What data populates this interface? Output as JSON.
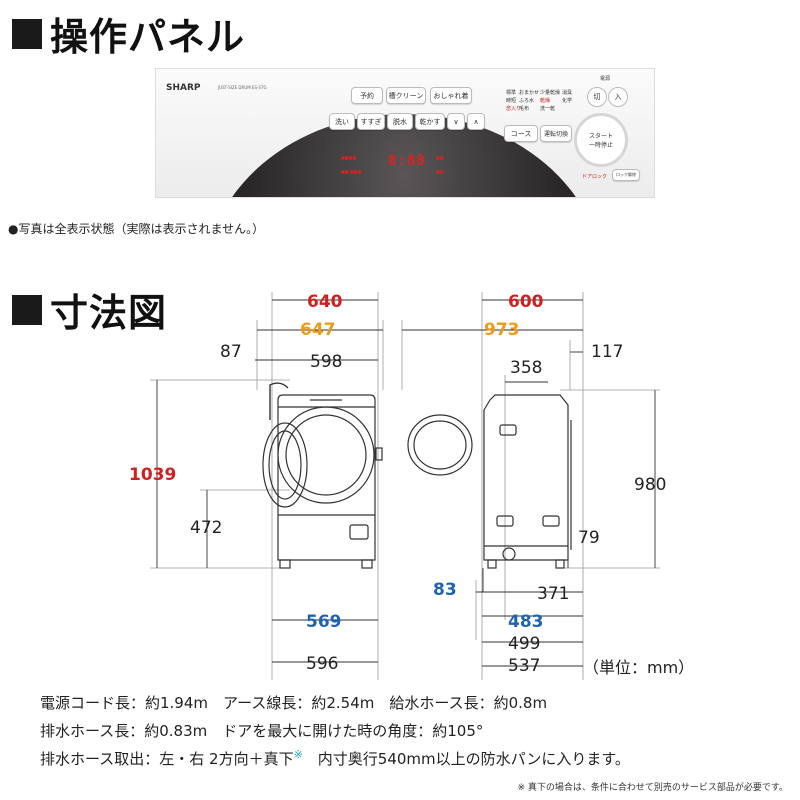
{
  "section1": {
    "title": "操作パネル"
  },
  "section2": {
    "title": "寸法図"
  },
  "panel": {
    "brand": "SHARP",
    "model": "JUST-SIZE DRUM ES-S7G",
    "top_buttons": [
      "予約",
      "槽クリーン",
      "おしゃれ着"
    ],
    "bottom_buttons": [
      "洗い",
      "すすぎ",
      "脱水",
      "乾かす"
    ],
    "arrow_down": "∨",
    "arrow_up": "∧",
    "course_labels": [
      "標準",
      "おまかせ",
      "少量乾燥",
      "消臭",
      "時短",
      "ふろ水",
      "乾燥",
      "化学",
      "念入り",
      "毛布",
      "洗一乾"
    ],
    "course_button": "コース",
    "mode_button": "運転切換",
    "power_label": "電源",
    "power_off": "切",
    "power_on": "入",
    "start_button": "スタート\n一時停止",
    "door_lock": "ドアロック",
    "lock_button": "ロック解除",
    "display": "8:88"
  },
  "note": "●写真は全表示状態（実際は表示されません。）",
  "dimensions": {
    "front_width_red": "640",
    "front_width_orange": "647",
    "front_87": "87",
    "front_598": "598",
    "front_height_red": "1039",
    "front_472": "472",
    "front_569": "569",
    "front_596": "596",
    "side_600": "600",
    "side_973": "973",
    "side_117": "117",
    "side_358": "358",
    "side_980": "980",
    "side_79": "79",
    "side_83": "83",
    "side_371": "371",
    "side_483": "483",
    "side_499": "499",
    "side_537": "537"
  },
  "unit": "（単位：mm）",
  "specs": [
    "電源コード長：約1.94m　アース線長：約2.54m　給水ホース長：約0.8m",
    "排水ホース長：約0.83m　ドアを最大に開けた時の角度：約105°"
  ],
  "spec3": {
    "before": "排水ホース取出：左・右 2方向＋真下",
    "mark": "※",
    "after": "　内寸奥行540mm以上の防水パンに入ります。"
  },
  "footnote": "※ 真下の場合は、条件に合わせて別売のサービス部品が必要です。",
  "colors": {
    "red": "#d11f1f",
    "orange": "#ef9a1a",
    "blue": "#1f63b3",
    "display_red": "#e02020"
  }
}
